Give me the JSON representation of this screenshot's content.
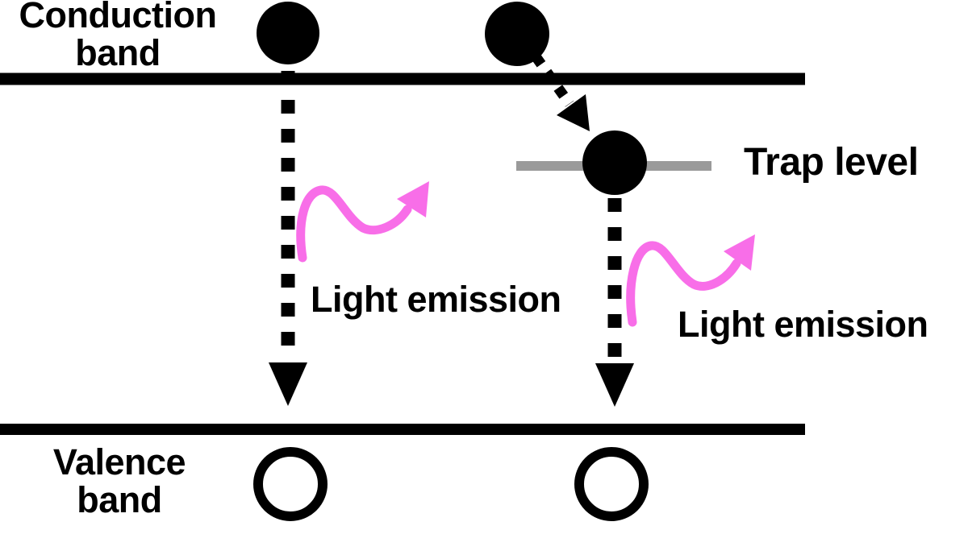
{
  "labels": {
    "conduction_band": {
      "line1": "Conduction",
      "line2": "band"
    },
    "valence_band": {
      "line1": "Valence",
      "line2": "band"
    },
    "trap_level": "Trap level",
    "light_emission_left": "Light emission",
    "light_emission_right": "Light emission"
  },
  "glyphs": {
    "electron": "filled-circle",
    "hole": "open-circle",
    "band_to_band_transition": "dashed-down-arrow",
    "trapping_transition": "dotted-diagonal-arrow",
    "photon": "pink-wavy-arrow"
  },
  "colors": {
    "ink": "#000000",
    "trap_line": "#9a9a9a",
    "emission_pink": "#f86ee8",
    "background": "#ffffff"
  }
}
